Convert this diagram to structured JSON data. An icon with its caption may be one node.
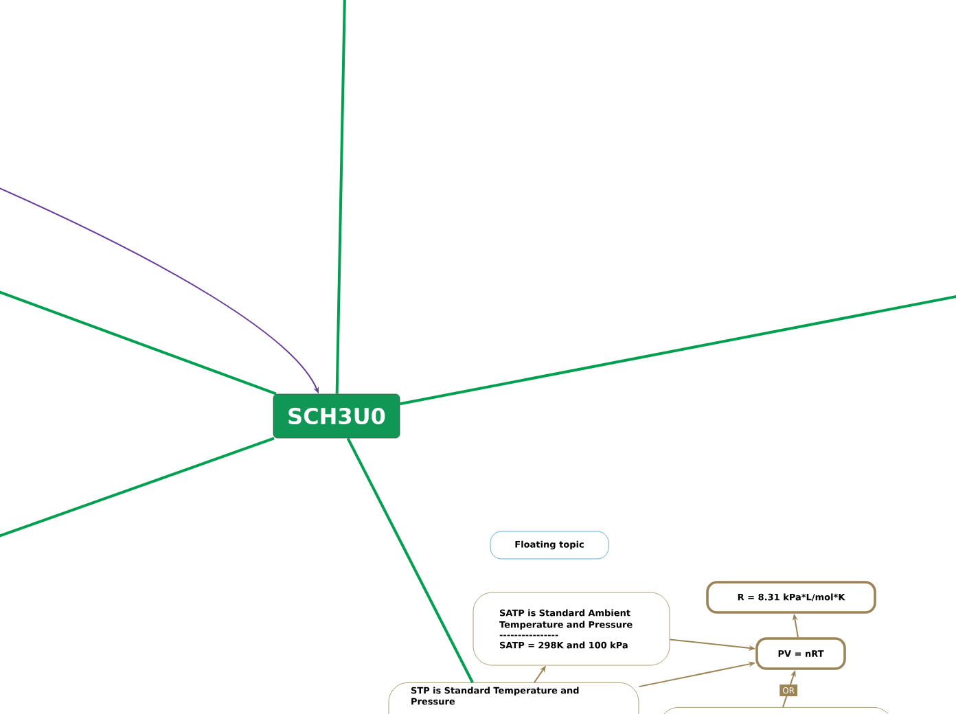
{
  "diagram": {
    "nodes": [
      {
        "text": [
          "SCH3U0"
        ]
      },
      {
        "text": [
          "Floating topic"
        ]
      },
      {
        "text": [
          "SATP is Standard Ambient Temperature and Pressure",
          "----------------",
          "SATP = 298K and 100 kPa"
        ]
      },
      {
        "text": [
          "R = 8.31 kPa*L/mol*K"
        ]
      },
      {
        "text": [
          "PV = nRT"
        ]
      },
      {
        "text": [
          "STP is Standard Temperature and Pressure"
        ]
      },
      {
        "text": [],
        "shape": "box"
      }
    ],
    "edges": [
      {
        "from": 0,
        "to": null,
        "arrow": "none"
      },
      {
        "from": 0,
        "to": null,
        "arrow": "none"
      },
      {
        "from": 0,
        "to": null,
        "arrow": "none"
      },
      {
        "from": 0,
        "to": null,
        "arrow": "none"
      },
      {
        "from": 0,
        "to": 5,
        "arrow": "none"
      },
      {
        "from": null,
        "to": 0,
        "arrow": "to",
        "color": "#6a3d9a"
      },
      {
        "from": 5,
        "to": 2,
        "arrow": "to",
        "color": "#9c8456"
      },
      {
        "from": 2,
        "to": 4,
        "arrow": "to",
        "color": "#9c8456"
      },
      {
        "from": 5,
        "to": 4,
        "arrow": "to",
        "color": "#9c8456"
      },
      {
        "from": 4,
        "to": 3,
        "arrow": "to",
        "color": "#9c8456"
      },
      {
        "from": 6,
        "to": 4,
        "arrow": "to",
        "color": "#9c8456",
        "label": "OR"
      }
    ]
  }
}
